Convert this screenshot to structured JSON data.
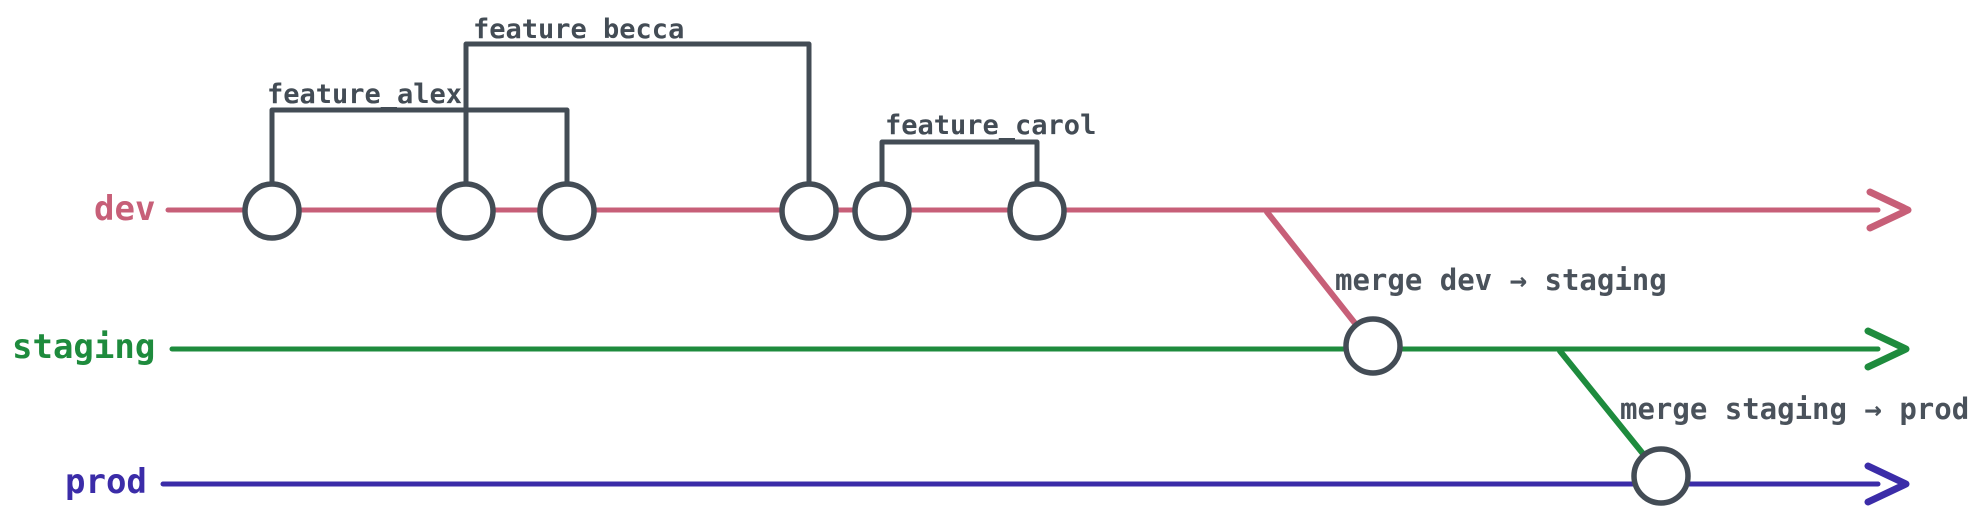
{
  "colors": {
    "dev": "#c75f78",
    "staging": "#1e8b3d",
    "prod": "#3b2ca8",
    "node": "#434c55",
    "text": "#4a525b",
    "background": "#ffffff"
  },
  "branches": [
    {
      "label": "dev",
      "color": "#c75f78"
    },
    {
      "label": "staging",
      "color": "#1e8b3d"
    },
    {
      "label": "prod",
      "color": "#3b2ca8"
    }
  ],
  "feature_branches": [
    {
      "label": "feature_alex"
    },
    {
      "label": "feature_becca"
    },
    {
      "label": "feature_carol"
    }
  ],
  "merge_annotations": [
    {
      "label": "merge dev → staging"
    },
    {
      "label": "merge staging → prod"
    }
  ]
}
